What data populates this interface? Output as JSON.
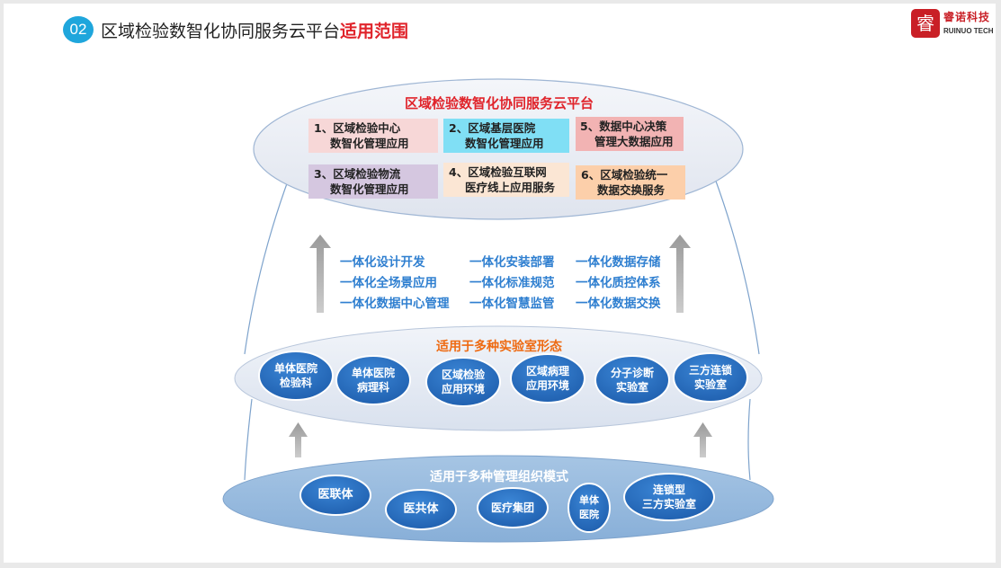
{
  "header": {
    "badge": "02",
    "title_main": "区域检验数智化协同服务云平台",
    "title_highlight": "适用范围"
  },
  "logo": {
    "cn": "睿诺科技",
    "en": "RUINUO TECH",
    "seal": "睿"
  },
  "top_oval": {
    "title": "区域检验数智化协同服务云平台",
    "modules": [
      {
        "line1": "1、区域检验中心",
        "line2": "数智化管理应用",
        "color": "#f7d7d7"
      },
      {
        "line1": "2、区域基层医院",
        "line2": "数智化管理应用",
        "color": "#80dff5"
      },
      {
        "line1": "5、数据中心决策",
        "line2": "管理大数据应用",
        "color": "#f2b3b3"
      },
      {
        "line1": "3、区域检验物流",
        "line2": "数智化管理应用",
        "color": "#d5c7e0"
      },
      {
        "line1": "4、区域检验互联网",
        "line2": "医疗线上应用服务",
        "color": "#fbe6d4"
      },
      {
        "line1": "6、区域检验统一",
        "line2": "数据交换服务",
        "color": "#fccfaa"
      }
    ]
  },
  "features": [
    [
      "一体化设计开发",
      "一体化安装部署",
      "一体化数据存储"
    ],
    [
      "一体化全场景应用",
      "一体化标准规范",
      "一体化质控体系"
    ],
    [
      "一体化数据中心管理",
      "一体化智慧监管",
      "一体化数据交换"
    ]
  ],
  "middle_oval": {
    "title": "适用于多种实验室形态",
    "nodes": [
      {
        "line1": "单体医院",
        "line2": "检验科"
      },
      {
        "line1": "单体医院",
        "line2": "病理科"
      },
      {
        "line1": "区域检验",
        "line2": "应用环境"
      },
      {
        "line1": "区域病理",
        "line2": "应用环境"
      },
      {
        "line1": "分子诊断",
        "line2": "实验室"
      },
      {
        "line1": "三方连锁",
        "line2": "实验室"
      }
    ]
  },
  "bottom_oval": {
    "title": "适用于多种管理组织模式",
    "nodes": [
      {
        "line1": "医联体",
        "line2": ""
      },
      {
        "line1": "医共体",
        "line2": ""
      },
      {
        "line1": "医疗集团",
        "line2": ""
      },
      {
        "line1": "单体",
        "line2": "医院"
      },
      {
        "line1": "连锁型",
        "line2": "三方实验室"
      }
    ]
  },
  "colors": {
    "accent_red": "#e0242b",
    "feature_blue": "#2f7fd0",
    "middle_title_orange": "#ee6a12",
    "node_blue": "#2a72c4",
    "arrow_gray": "#b3b3b3"
  }
}
